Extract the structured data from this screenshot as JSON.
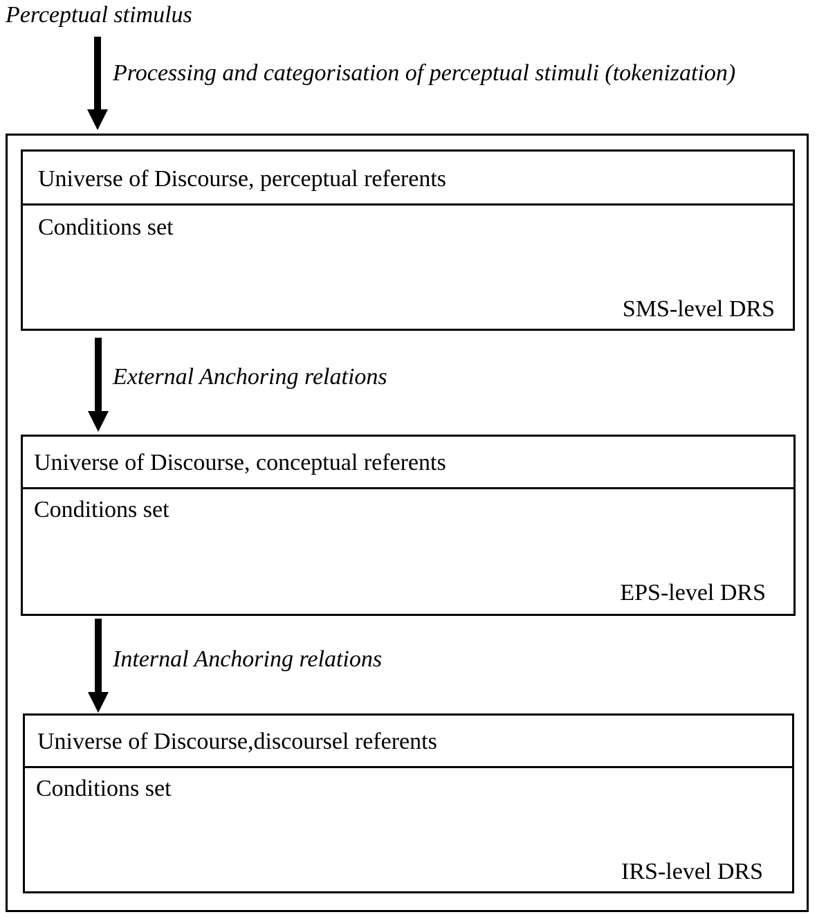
{
  "top_label": "Perceptual stimulus",
  "arrows": [
    {
      "label": "Processing and categorisation of perceptual stimuli (tokenization)"
    },
    {
      "label": "External Anchoring relations"
    },
    {
      "label": "Internal Anchoring relations"
    }
  ],
  "boxes": [
    {
      "universe": "Universe of Discourse, perceptual referents",
      "conditions": "Conditions set",
      "level": "SMS-level DRS"
    },
    {
      "universe": "Universe of Discourse, conceptual referents",
      "conditions": "Conditions set",
      "level": "EPS-level DRS"
    },
    {
      "universe": "Universe of Discourse,discoursel referents",
      "conditions": "Conditions set",
      "level": "IRS-level DRS"
    }
  ]
}
